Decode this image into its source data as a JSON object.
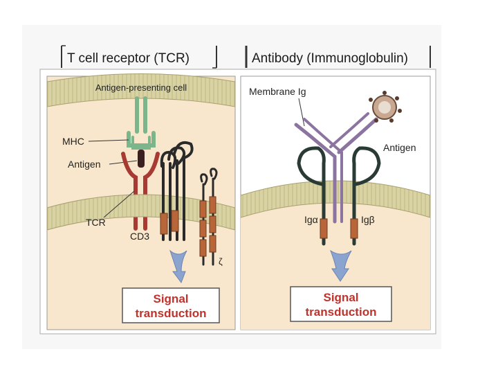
{
  "panels": {
    "tcr": {
      "header": "T cell receptor (TCR)",
      "labels": {
        "apc": "Antigen-presenting cell",
        "mhc": "MHC",
        "antigen": "Antigen",
        "tcr": "TCR",
        "cd3": "CD3",
        "zeta": "ζ",
        "signal_line1": "Signal",
        "signal_line2": "transduction"
      }
    },
    "antibody": {
      "header": "Antibody (Immunoglobulin)",
      "labels": {
        "membrane_ig": "Membrane Ig",
        "antigen": "Antigen",
        "ig_alpha": "Igα",
        "ig_beta": "Igβ",
        "signal_line1": "Signal",
        "signal_line2": "transduction"
      }
    }
  },
  "colors": {
    "membrane": "#d9d3a4",
    "cytoplasm": "#f8e7cc",
    "mhc": "#7bb58c",
    "tcr": "#a83a34",
    "cd3_segment": "#b9653a",
    "antibody": "#8c74a0",
    "signal_text": "#c0322c",
    "arrow": "#8aa4cf"
  }
}
